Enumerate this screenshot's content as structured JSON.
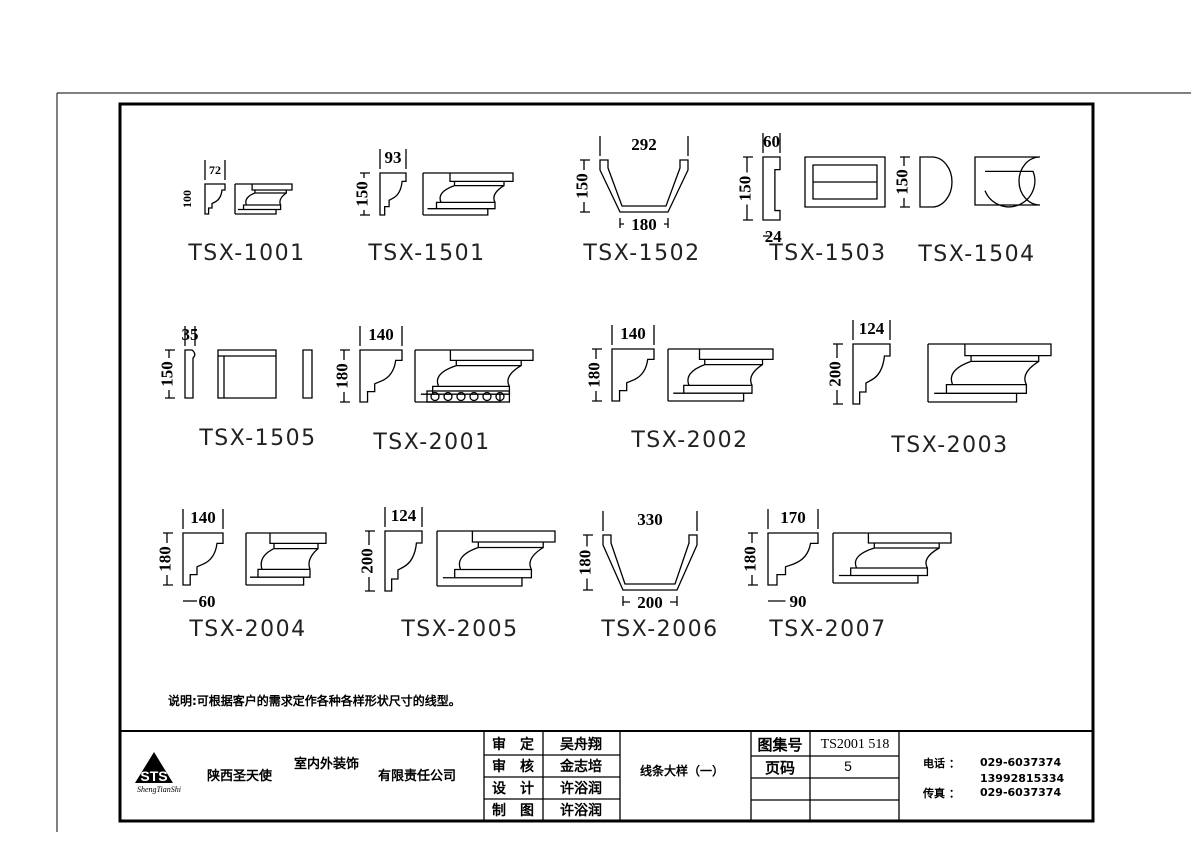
{
  "profiles": [
    {
      "code": "TSX-1001",
      "width": "72",
      "height": "100"
    },
    {
      "code": "TSX-1501",
      "width": "93",
      "height": "150"
    },
    {
      "code": "TSX-1502",
      "width": "292",
      "height": "150",
      "bottom": "180"
    },
    {
      "code": "TSX-1503",
      "width": "60",
      "height": "150",
      "bottom": "24"
    },
    {
      "code": "TSX-1504",
      "height": "150"
    },
    {
      "code": "TSX-1505",
      "width": "35",
      "height": "150"
    },
    {
      "code": "TSX-2001",
      "width": "140",
      "height": "180"
    },
    {
      "code": "TSX-2002",
      "width": "140",
      "height": "180"
    },
    {
      "code": "TSX-2003",
      "width": "124",
      "height": "200"
    },
    {
      "code": "TSX-2004",
      "width": "140",
      "height": "180",
      "bottom": "60"
    },
    {
      "code": "TSX-2005",
      "width": "124",
      "height": "200"
    },
    {
      "code": "TSX-2006",
      "width": "330",
      "height": "180",
      "bottom": "200"
    },
    {
      "code": "TSX-2007",
      "width": "170",
      "height": "180",
      "bottom": "90"
    }
  ],
  "note": "说明:可根据客户的需求定作各种各样形状尺寸的线型。",
  "title_block": {
    "logo_text": "STS",
    "logo_script": "ShengTianShi",
    "company_name": "陕西圣天使",
    "company_mid": "室内外装饰",
    "company_suffix": "有限责任公司",
    "roles": [
      {
        "role": "审　定",
        "name": "吴舟翔"
      },
      {
        "role": "审　核",
        "name": "金志培"
      },
      {
        "role": "设　计",
        "name": "许浴润"
      },
      {
        "role": "制　图",
        "name": "许浴润"
      }
    ],
    "drawing_title": "线条大样（一）",
    "atlas_label": "图集号",
    "atlas_value": "TS2001 518",
    "page_label": "页码",
    "page_value": "5",
    "phone_label": "电话 ：",
    "phone_value": "029-6037374",
    "mobile_value": "13992815334",
    "fax_label": "传真 ：",
    "fax_value": "029-6037374"
  }
}
